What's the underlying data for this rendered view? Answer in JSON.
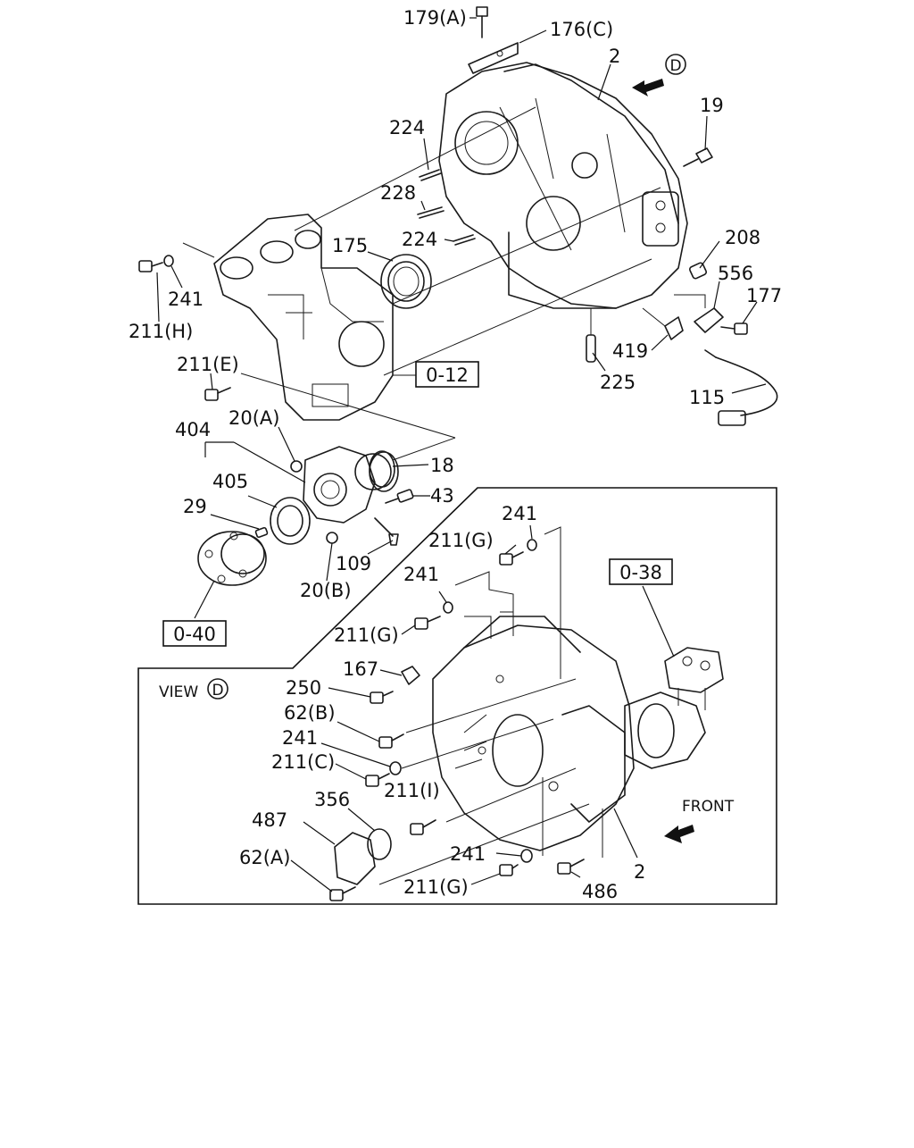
{
  "labels": {
    "l179a": "179(A)",
    "l176c": "176(C)",
    "l2_top": "2",
    "l19": "19",
    "l224_a": "224",
    "l228": "228",
    "l224_b": "224",
    "l175": "175",
    "l208": "208",
    "l556": "556",
    "l177": "177",
    "l241_a": "241",
    "l211h": "211(H)",
    "l419": "419",
    "l225": "225",
    "l115": "115",
    "l211e": "211(E)",
    "l20a": "20(A)",
    "l404": "404",
    "l18": "18",
    "l405": "405",
    "l43": "43",
    "l29": "29",
    "l109": "109",
    "l20b": "20(B)",
    "l241_b": "241",
    "l211g_a": "211(G)",
    "l241_c": "241",
    "l211g_b": "211(G)",
    "l167": "167",
    "l250": "250",
    "l62b": "62(B)",
    "l241_d": "241",
    "l211c": "211(C)",
    "l211i": "211(I)",
    "l356": "356",
    "l487": "487",
    "l62a": "62(A)",
    "l241_e": "241",
    "l211g_c": "211(G)",
    "l486": "486",
    "l2_bottom": "2",
    "view": "VIEW",
    "view_marker": "D",
    "d_marker": "D",
    "front": "FRONT"
  },
  "refs": {
    "ref_012": "0-12",
    "ref_040": "0-40",
    "ref_038": "0-38"
  }
}
